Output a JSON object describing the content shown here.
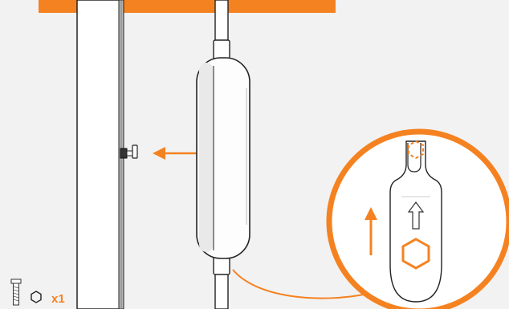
{
  "banner": {
    "text": "",
    "color": "#f58220"
  },
  "parts": {
    "quantity": "x1",
    "items": [
      "screw-icon",
      "hex-nut-icon"
    ]
  },
  "colors": {
    "accent": "#f58220",
    "background": "#f2f2f2",
    "wall": "#ffffff",
    "outline": "#222222"
  },
  "illustration": {
    "objects": [
      "wall-panel",
      "vertical-pole",
      "pill-shaped-device",
      "wall-screw",
      "detail-magnifier-circle",
      "bracket-clip"
    ],
    "arrows": [
      "arrow-left-to-screw",
      "arrow-up-in-detail",
      "curved-arrow-to-detail"
    ]
  }
}
